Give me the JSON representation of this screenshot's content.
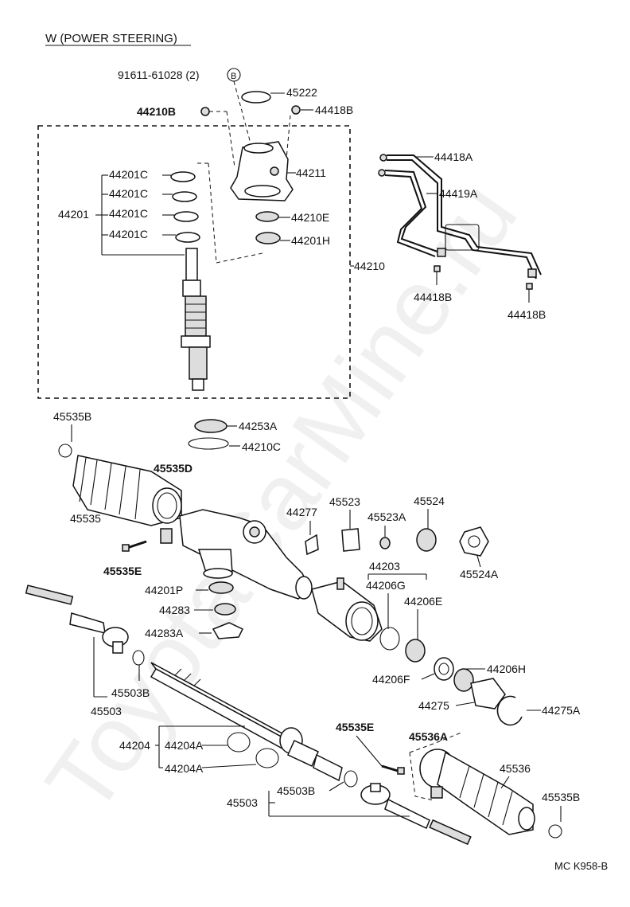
{
  "title": "W (POWER STEERING)",
  "watermark": "ToyotaCarMine.ru",
  "footer_code": "MC K958-B",
  "callout_b": "B",
  "labels": {
    "p91611": "91611-61028 (2)",
    "p45222": "45222",
    "p44210B": "44210B",
    "p44418B_top": "44418B",
    "p44211": "44211",
    "p44201C_1": "44201C",
    "p44201C_2": "44201C",
    "p44201C_3": "44201C",
    "p44201C_4": "44201C",
    "p44201": "44201",
    "p44210E": "44210E",
    "p44201H": "44201H",
    "p44210": "44210",
    "p44418A": "44418A",
    "p44419A": "44419A",
    "p44418B_mid": "44418B",
    "p44418B_right": "44418B",
    "p45535B_left": "45535B",
    "p44253A": "44253A",
    "p44210C": "44210C",
    "p45535D": "45535D",
    "p45535": "45535",
    "p44277": "44277",
    "p45523": "45523",
    "p45524": "45524",
    "p45523A": "45523A",
    "p45524A": "45524A",
    "p45535E_left": "45535E",
    "p44203": "44203",
    "p44206G": "44206G",
    "p44206E": "44206E",
    "p44201P": "44201P",
    "p44283": "44283",
    "p44283A": "44283A",
    "p44206H": "44206H",
    "p44206F": "44206F",
    "p45503B_left": "45503B",
    "p45503_left": "45503",
    "p44275": "44275",
    "p44275A": "44275A",
    "p44204": "44204",
    "p44204A_1": "44204A",
    "p44204A_2": "44204A",
    "p45535E_right": "45535E",
    "p45536A": "45536A",
    "p45536": "45536",
    "p45503B_right": "45503B",
    "p45503_right": "45503",
    "p45535B_right": "45535B"
  }
}
